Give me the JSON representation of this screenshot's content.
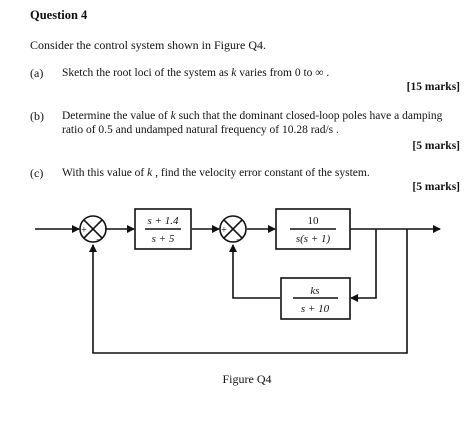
{
  "question": {
    "heading": "Question 4",
    "intro": "Consider the control system shown in Figure Q4."
  },
  "parts": [
    {
      "label": "(a)",
      "pre": "Sketch the root loci of the system as ",
      "var": "k",
      "post": " varies from 0 to ∞ .",
      "marks": "[15 marks]"
    },
    {
      "label": "(b)",
      "pre": "Determine the value of ",
      "var": "k",
      "post": " such that the dominant closed-loop poles have a damping",
      "line2": "ratio of 0.5 and undamped natural frequency of 10.28 rad/s .",
      "marks": "[5 marks]"
    },
    {
      "label": "(c)",
      "pre": "With this value of ",
      "var": "k",
      "post": " , find the velocity error constant of the system.",
      "marks": "[5 marks]"
    }
  ],
  "diagram": {
    "block1": {
      "num": "s + 1.4",
      "den": "s + 5"
    },
    "block2": {
      "num": "10",
      "den": "s(s + 1)"
    },
    "block3": {
      "num": "ks",
      "den": "s + 10"
    },
    "junction1": {
      "plus": "+",
      "minus": "−"
    },
    "junction2": {
      "plus": "+",
      "minus": "−"
    },
    "caption": "Figure Q4"
  }
}
